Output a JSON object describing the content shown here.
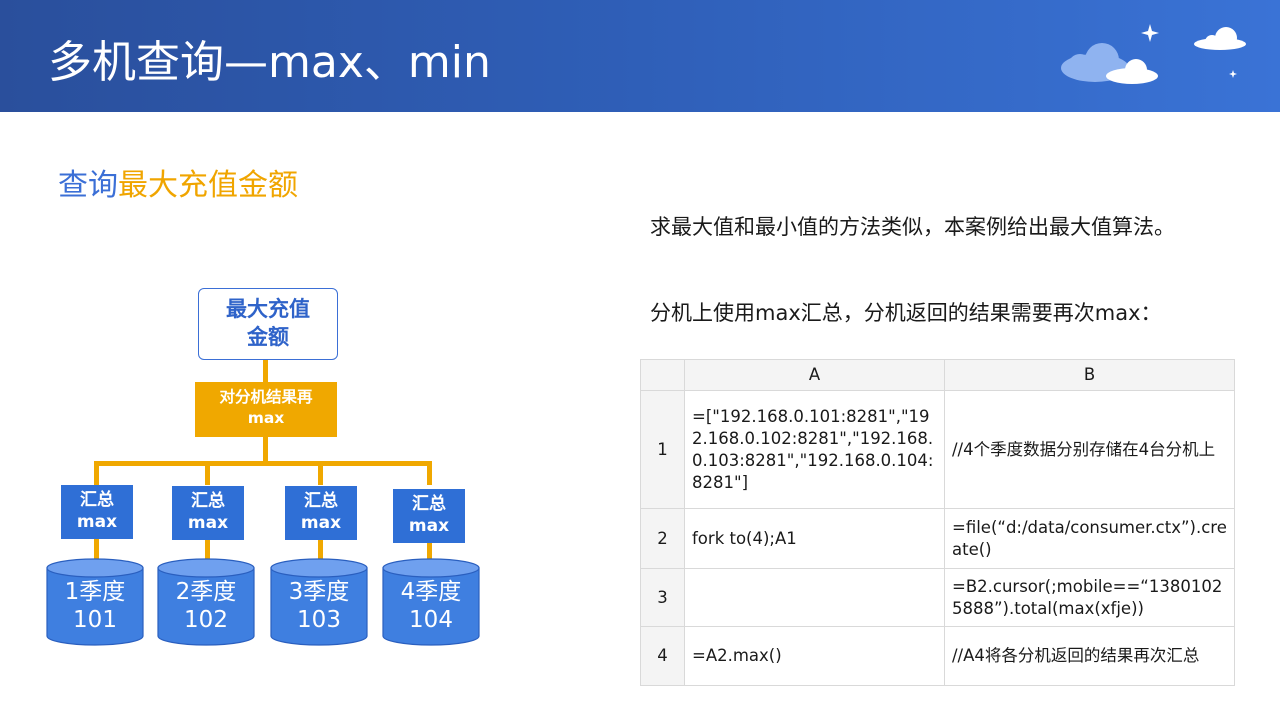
{
  "header": {
    "title": "多机查询—max、min"
  },
  "subtitle": {
    "part_a": "查询",
    "part_b": "最大充值金额",
    "color_a": "#3b6fd6",
    "color_b": "#f0a500"
  },
  "diagram": {
    "root_line1": "最大充值",
    "root_line2": "金额",
    "op_line1": "对分机结果再",
    "op_line2": "max",
    "nodes": [
      {
        "sum1": "汇总",
        "sum2": "max",
        "db1": "1季度",
        "db2": "101"
      },
      {
        "sum1": "汇总",
        "sum2": "max",
        "db1": "2季度",
        "db2": "102"
      },
      {
        "sum1": "汇总",
        "sum2": "max",
        "db1": "3季度",
        "db2": "103"
      },
      {
        "sum1": "汇总",
        "sum2": "max",
        "db1": "4季度",
        "db2": "104"
      }
    ],
    "colors": {
      "accent": "#f0a800",
      "blue": "#2f6fd6"
    }
  },
  "text": {
    "para1": "求最大值和最小值的方法类似，本案例给出最大值算法。",
    "para2": "分机上使用max汇总，分机返回的结果需要再次max："
  },
  "table": {
    "headers": [
      "",
      "A",
      "B"
    ],
    "rows": [
      {
        "n": "1",
        "a": "=[\"192.168.0.101:8281\",\"192.168.0.102:8281\",\"192.168.0.103:8281\",\"192.168.0.104:8281\"]",
        "b": "//4个季度数据分别存储在4台分机上"
      },
      {
        "n": "2",
        "a": "fork to(4);A1",
        "b": "=file(“d:/data/consumer.ctx”).create()"
      },
      {
        "n": "3",
        "a": "",
        "b": "=B2.cursor(;mobile==“13801025888”).total(max(xfje))"
      },
      {
        "n": "4",
        "a": "=A2.max()",
        "b": "//A4将各分机返回的结果再次汇总"
      }
    ]
  }
}
